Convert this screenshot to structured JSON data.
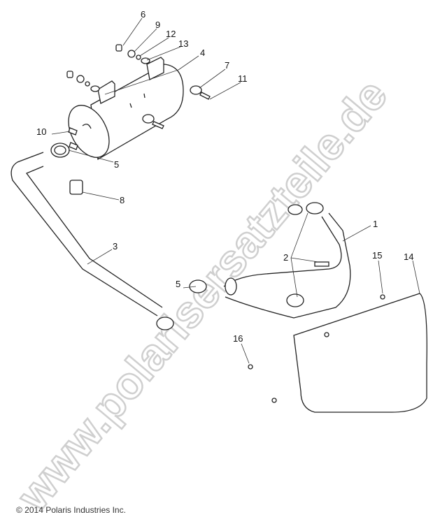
{
  "watermark": "www.polarisersatzteile.de",
  "copyright": "© 2014 Polaris Industries Inc.",
  "callouts": [
    {
      "id": "6",
      "label": "6"
    },
    {
      "id": "9",
      "label": "9"
    },
    {
      "id": "12",
      "label": "12"
    },
    {
      "id": "13",
      "label": "13"
    },
    {
      "id": "4",
      "label": "4"
    },
    {
      "id": "7",
      "label": "7"
    },
    {
      "id": "11",
      "label": "11"
    },
    {
      "id": "10",
      "label": "10"
    },
    {
      "id": "5a",
      "label": "5"
    },
    {
      "id": "8",
      "label": "8"
    },
    {
      "id": "3",
      "label": "3"
    },
    {
      "id": "1",
      "label": "1"
    },
    {
      "id": "2",
      "label": "2"
    },
    {
      "id": "15",
      "label": "15"
    },
    {
      "id": "14",
      "label": "14"
    },
    {
      "id": "5b",
      "label": "5"
    },
    {
      "id": "16",
      "label": "16"
    }
  ]
}
